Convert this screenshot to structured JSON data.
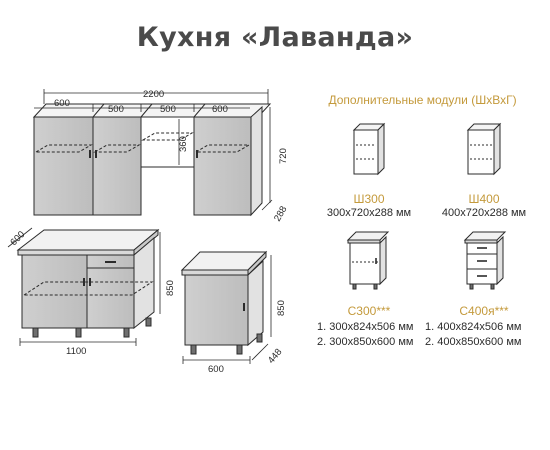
{
  "title": "Кухня «Лаванда»",
  "upper_dims": {
    "total": "2200",
    "seg1": "600",
    "seg2": "500",
    "seg3": "500",
    "seg4": "600",
    "height": "720",
    "mid_height": "360",
    "depth": "288"
  },
  "lower_left_dims": {
    "depth": "600",
    "height": "850",
    "width": "1100"
  },
  "lower_right_dims": {
    "height": "850",
    "width": "600",
    "depth": "448"
  },
  "modules": {
    "section_title": "Дополнительные модули (ШхВхГ)",
    "items": [
      {
        "code": "Ш300",
        "size": "300х720х288 мм"
      },
      {
        "code": "Ш400",
        "size": "400х720х288 мм"
      },
      {
        "code": "С300***",
        "lines": [
          "1. 300х824х506 мм",
          "2. 300х850х600 мм"
        ]
      },
      {
        "code": "С400я***",
        "lines": [
          "1. 400х824х506 мм",
          "2. 400х850х600 мм"
        ]
      }
    ]
  },
  "colors": {
    "accent": "#c49a3c",
    "title": "#4a4a4a",
    "line": "#2b2b2b"
  }
}
